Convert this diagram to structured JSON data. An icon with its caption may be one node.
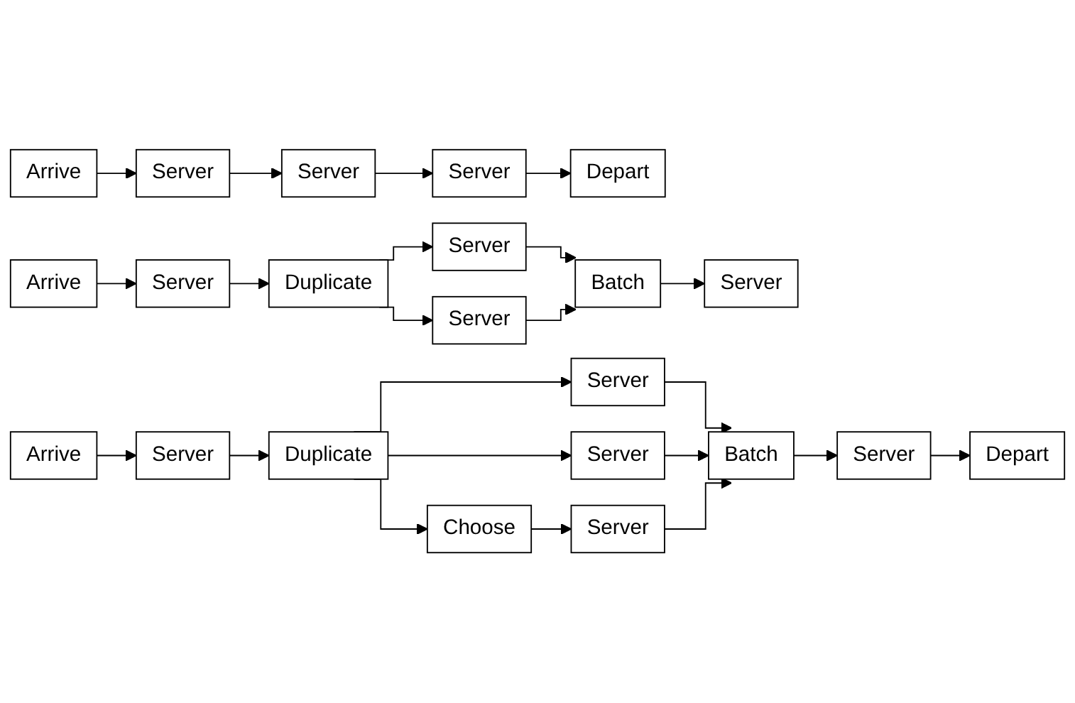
{
  "diagram": {
    "nodes": [
      {
        "text": [
          "Arrive"
        ]
      },
      {
        "text": [
          "Server"
        ]
      },
      {
        "text": [
          "Server"
        ]
      },
      {
        "text": [
          "Server"
        ]
      },
      {
        "text": [
          "Depart"
        ]
      },
      {
        "text": [
          "Arrive"
        ]
      },
      {
        "text": [
          "Server"
        ]
      },
      {
        "text": [
          "Duplicate"
        ]
      },
      {
        "text": [
          "Server"
        ]
      },
      {
        "text": [
          "Server"
        ]
      },
      {
        "text": [
          "Batch"
        ]
      },
      {
        "text": [
          "Server"
        ]
      },
      {
        "text": [
          "Arrive"
        ]
      },
      {
        "text": [
          "Server"
        ]
      },
      {
        "text": [
          "Duplicate"
        ]
      },
      {
        "text": [
          "Server"
        ]
      },
      {
        "text": [
          "Batch"
        ]
      },
      {
        "text": [
          "Server"
        ]
      },
      {
        "text": [
          "Depart"
        ]
      },
      {
        "text": [
          "Server"
        ]
      },
      {
        "text": [
          "Choose"
        ]
      },
      {
        "text": [
          "Server"
        ]
      }
    ],
    "edges": [
      {
        "from": 0,
        "to": 1,
        "arrow": "to"
      },
      {
        "from": 1,
        "to": 2,
        "arrow": "to"
      },
      {
        "from": 2,
        "to": 3,
        "arrow": "to"
      },
      {
        "from": 3,
        "to": 4,
        "arrow": "to"
      },
      {
        "from": 5,
        "to": 6,
        "arrow": "to"
      },
      {
        "from": 6,
        "to": 7,
        "arrow": "to"
      },
      {
        "from": 7,
        "to": 8,
        "arrow": "to"
      },
      {
        "from": 7,
        "to": 9,
        "arrow": "to"
      },
      {
        "from": 8,
        "to": 10,
        "arrow": "to"
      },
      {
        "from": 9,
        "to": 10,
        "arrow": "to"
      },
      {
        "from": 10,
        "to": 11,
        "arrow": "to"
      },
      {
        "from": 12,
        "to": 13,
        "arrow": "to"
      },
      {
        "from": 13,
        "to": 14,
        "arrow": "to"
      },
      {
        "from": 14,
        "to": 15,
        "arrow": "to"
      },
      {
        "from": 14,
        "to": 19,
        "arrow": "to"
      },
      {
        "from": 14,
        "to": 20,
        "arrow": "to"
      },
      {
        "from": 15,
        "to": 16,
        "arrow": "to"
      },
      {
        "from": 19,
        "to": 16,
        "arrow": "to"
      },
      {
        "from": 20,
        "to": 21,
        "arrow": "to"
      },
      {
        "from": 21,
        "to": 16,
        "arrow": "to"
      },
      {
        "from": 16,
        "to": 17,
        "arrow": "to"
      },
      {
        "from": 17,
        "to": 18,
        "arrow": "to"
      }
    ]
  }
}
